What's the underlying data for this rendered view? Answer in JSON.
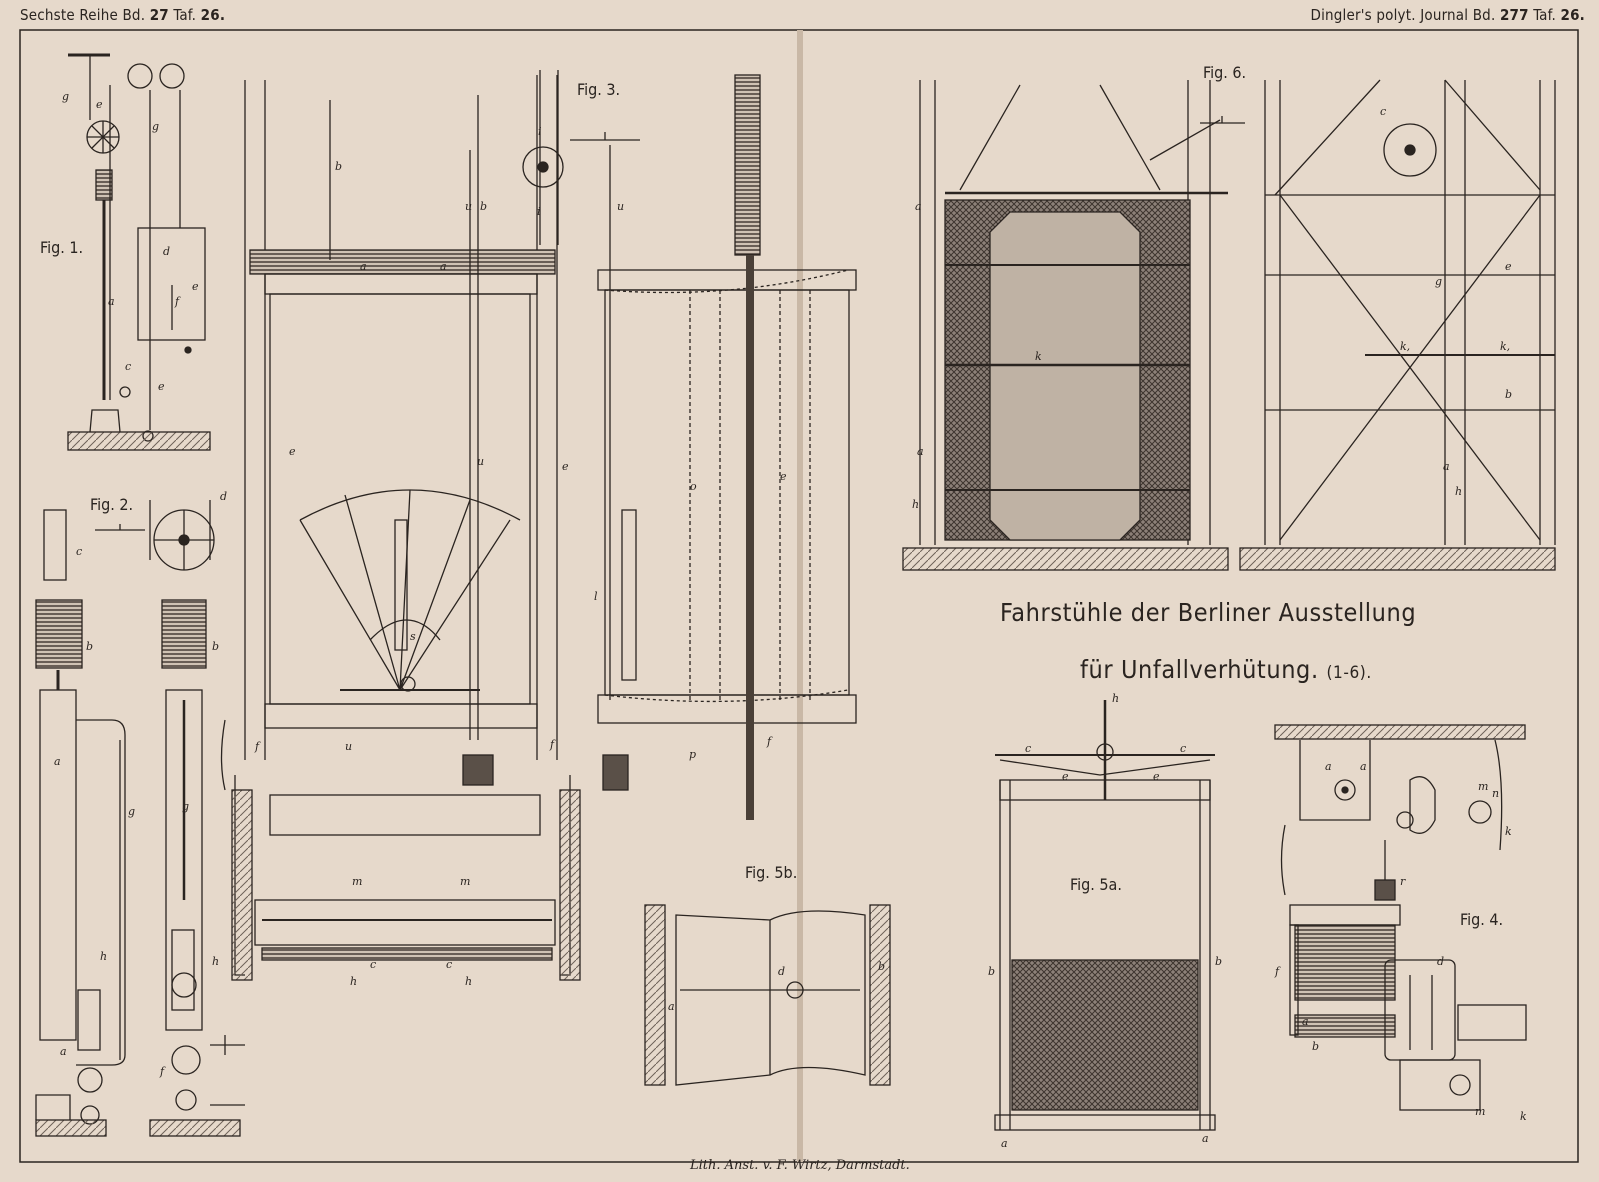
{
  "header": {
    "left_prefix": "Sechste Reihe Bd.",
    "left_vol": "27",
    "left_mid": "Taf.",
    "left_plate": "26.",
    "right_prefix": "Dingler's polyt. Journal Bd.",
    "right_vol": "277",
    "right_mid": "Taf.",
    "right_plate": "26."
  },
  "title": {
    "line1": "Fahrstühle der Berliner Ausstellung",
    "line2": "für Unfallverhütung.",
    "line2_suffix": "(1-6)."
  },
  "figures": {
    "fig1": "Fig. 1.",
    "fig2": "Fig. 2.",
    "fig3": "Fig. 3.",
    "fig4": "Fig. 4.",
    "fig5a": "Fig. 5a.",
    "fig5b": "Fig. 5b.",
    "fig6": "Fig. 6."
  },
  "credit": "Lith. Anst. v. F. Wirtz, Darmstadt.",
  "colors": {
    "paper": "#e6d9cb",
    "ink": "#2a2420",
    "hatch": "#6e6258"
  }
}
